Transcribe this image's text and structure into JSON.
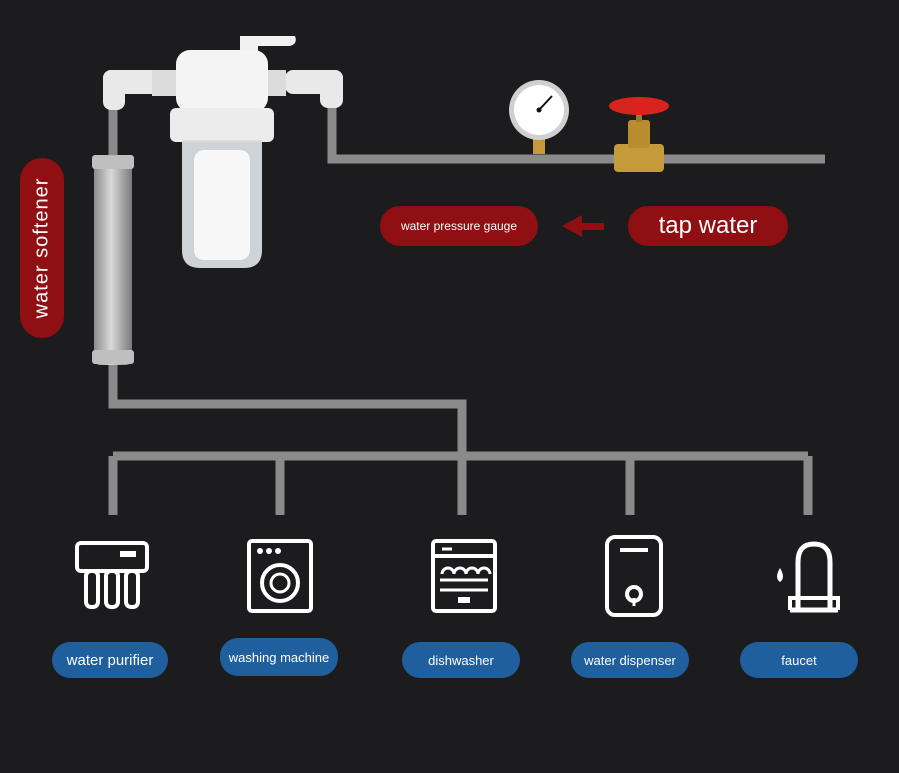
{
  "labels": {
    "water_softener": "water  softener",
    "water_pressure_gauge": "water pressure gauge",
    "tap_water": "tap water"
  },
  "appliances": [
    {
      "label": "water purifier",
      "icon": "water-purifier-icon"
    },
    {
      "label": "washing machine",
      "icon": "washing-machine-icon"
    },
    {
      "label": "dishwasher",
      "icon": "dishwasher-icon"
    },
    {
      "label": "water dispenser",
      "icon": "water-dispenser-icon"
    },
    {
      "label": "faucet",
      "icon": "faucet-icon"
    }
  ],
  "colors": {
    "background": "#1c1c1e",
    "pipe": "#8a8a8a",
    "red_label": "#8f0f12",
    "blue_label": "#1f5f9e",
    "valve_red": "#d8231f",
    "brass": "#c59a3a"
  }
}
